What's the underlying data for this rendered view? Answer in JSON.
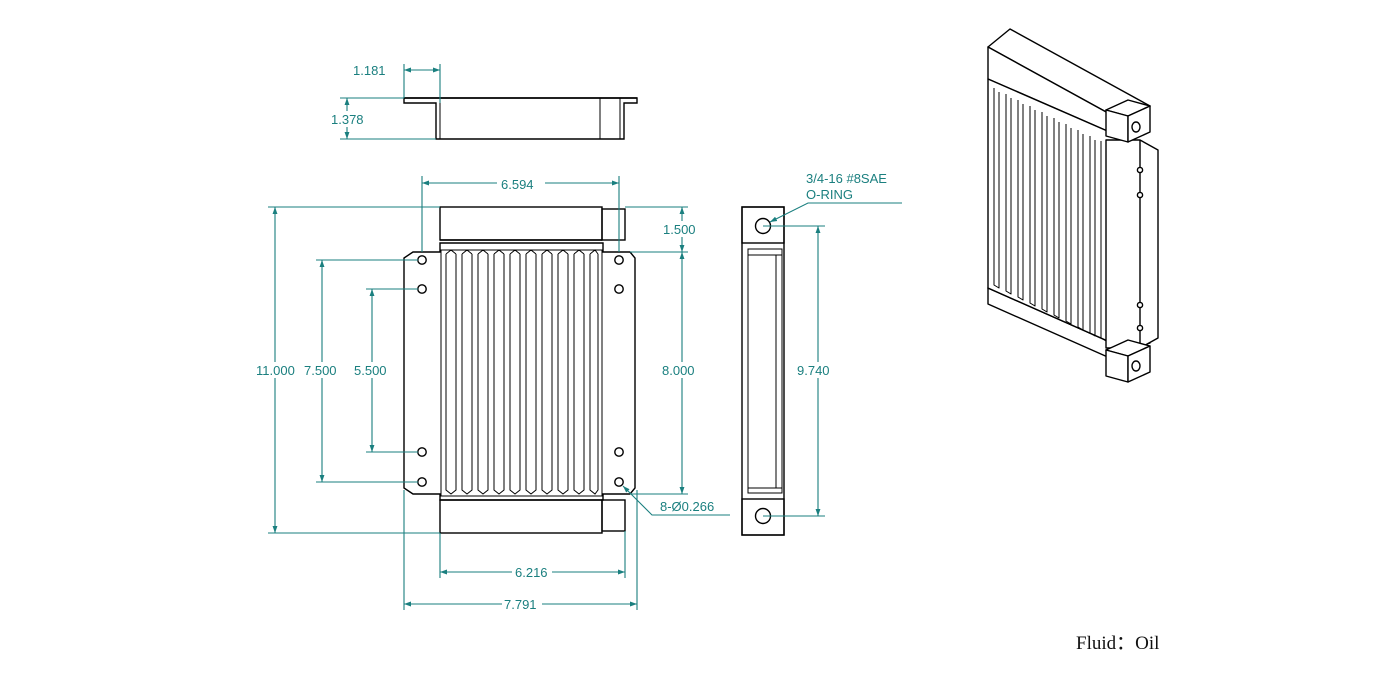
{
  "drawing": {
    "dimensions": {
      "flange_width": "1.181",
      "flange_height": "1.378",
      "core_width": "6.594",
      "tank_height": "1.500",
      "overall_height": "11.000",
      "mount_outer_spacing": "7.500",
      "mount_inner_spacing": "5.500",
      "mount_right_spacing": "8.000",
      "port_spacing": "9.740",
      "bottom_width": "6.216",
      "overall_width": "7.791",
      "holes": "8-Ø0.266"
    },
    "callouts": {
      "port_line1": "3/4-16 #8SAE",
      "port_line2": "O-RING"
    },
    "note": {
      "label": "Fluid",
      "separator": "：",
      "value": "Oil"
    },
    "colors": {
      "outline": "#000000",
      "dimension": "#1a7f7f",
      "background": "#ffffff"
    }
  }
}
